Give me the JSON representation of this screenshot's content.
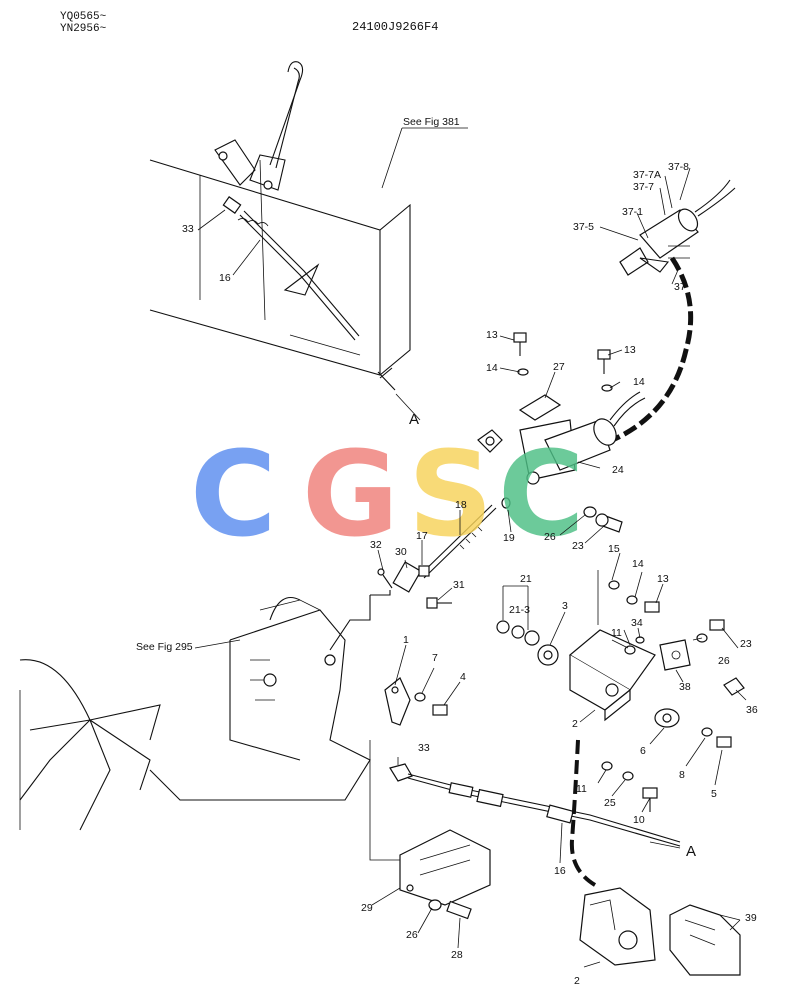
{
  "header": {
    "serial_1": "YQ0565~",
    "serial_2": "YN2956~",
    "drawing_number": "24100J9266F4"
  },
  "references": {
    "fig_381": "See Fig 381",
    "fig_295": "See Fig 295"
  },
  "watermark": {
    "letters": [
      "C",
      "G",
      "S",
      "C"
    ],
    "colors": [
      "#5b8df0",
      "#f07f7a",
      "#f7d35a",
      "#4cbf85"
    ]
  },
  "callouts": {
    "c1": "1",
    "c2a": "2",
    "c2b": "2",
    "c3": "3",
    "c4": "4",
    "c5": "5",
    "c6": "6",
    "c7": "7",
    "c8": "8",
    "c10": "10",
    "c11a": "11",
    "c11b": "11",
    "c13a": "13",
    "c13b": "13",
    "c13c": "13",
    "c14a": "14",
    "c14b": "14",
    "c14c": "14",
    "c15": "15",
    "c16a": "16",
    "c16b": "16",
    "c17": "17",
    "c18": "18",
    "c19": "19",
    "c21": "21",
    "c21_3": "21-3",
    "c23a": "23",
    "c23b": "23",
    "c24": "24",
    "c25": "25",
    "c26a": "26",
    "c26b": "26",
    "c26c": "26",
    "c27": "27",
    "c28": "28",
    "c29": "29",
    "c30": "30",
    "c31": "31",
    "c32": "32",
    "c33a": "33",
    "c33b": "33",
    "c34": "34",
    "c36": "36",
    "c37": "37",
    "c37_1": "37-1",
    "c37_5": "37-5",
    "c37_7": "37-7",
    "c37_7a": "37-7A",
    "c37_8": "37-8",
    "c38": "38",
    "c39": "39",
    "markA1": "A",
    "markA2": "A"
  }
}
